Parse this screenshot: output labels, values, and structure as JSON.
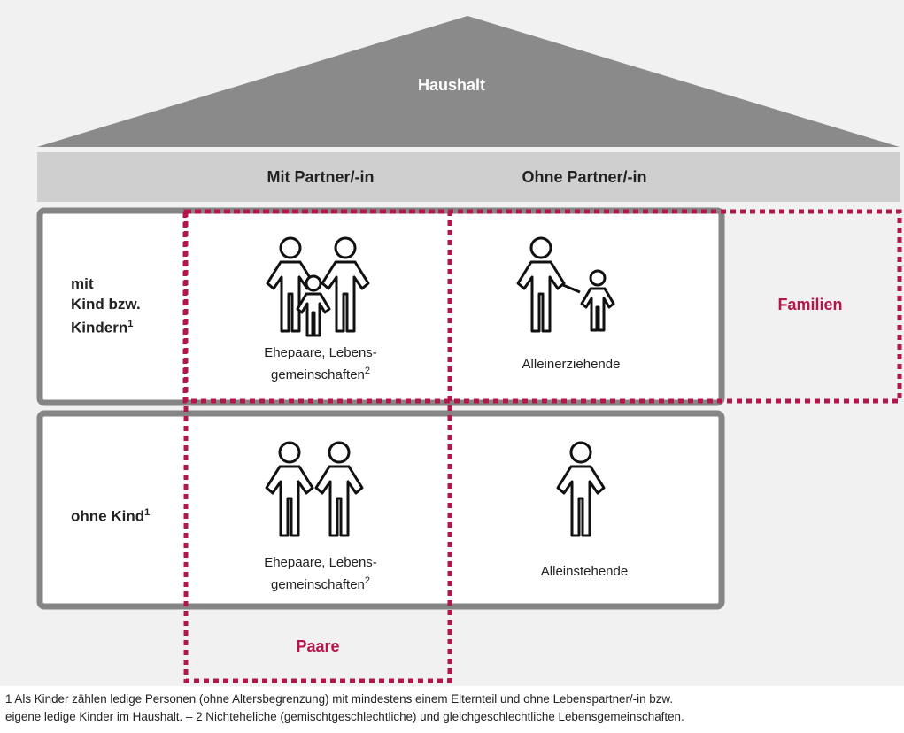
{
  "roof": {
    "title": "Haushalt"
  },
  "columns": {
    "with_partner": "Mit Partner/-in",
    "without_partner": "Ohne Partner/-in"
  },
  "rows": {
    "with_child": {
      "line1": "mit",
      "line2": "Kind bzw.",
      "line3": "Kindern",
      "sup": "1"
    },
    "without_child": {
      "text": "ohne Kind",
      "sup": "1"
    }
  },
  "cells": {
    "r1c1": {
      "line1": "Ehepaare, Lebens-",
      "line2": "gemeinschaften",
      "sup": "2",
      "icon": "family-icon"
    },
    "r1c2": {
      "line1": "Alleinerziehende",
      "icon": "single-parent-icon"
    },
    "r2c1": {
      "line1": "Ehepaare, Lebens-",
      "line2": "gemeinschaften",
      "sup": "2",
      "icon": "couple-icon"
    },
    "r2c2": {
      "line1": "Alleinstehende",
      "icon": "single-person-icon"
    }
  },
  "groups": {
    "families": "Familien",
    "couples": "Paare"
  },
  "footnote": {
    "line1": "1 Als Kinder zählen ledige Personen (ohne Altersbegrenzung) mit mindestens einem Elternteil und ohne Lebenspartner/-in bzw.",
    "line2": "eigene ledige Kinder im Haushalt. – 2 Nichteheliche (gemischtgeschlechtliche) und gleichgeschlechtliche Lebensgemeinschaften."
  },
  "colors": {
    "panel": "#f1f1f1",
    "roof": "#8a8a8b",
    "band": "#cfcfcf",
    "box_border": "#858585",
    "accent": "#b5164a"
  }
}
